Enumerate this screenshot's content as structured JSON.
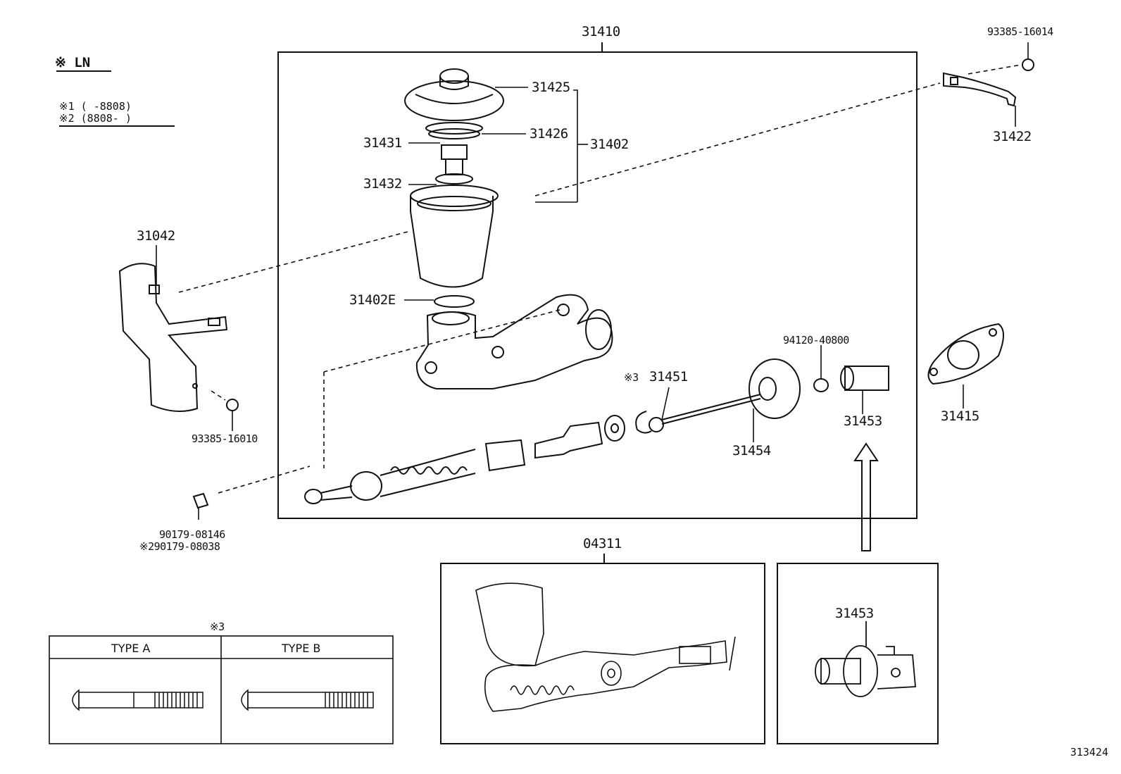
{
  "legend": {
    "ln": "※ LN",
    "note1": "※1 (     -8808)",
    "note2": "※2 (8808-     )"
  },
  "parts": {
    "p31410": "31410",
    "p31425": "31425",
    "p31426": "31426",
    "p31402": "31402",
    "p31431": "31431",
    "p31432": "31432",
    "p31402E": "31402E",
    "p31042": "31042",
    "p93385_16014": "93385-16014",
    "p31422": "31422",
    "p93385_16010": "93385-16010",
    "p90179_08146": "90179-08146",
    "p90179_08038": "※290179-08038",
    "p31451_mark": "※3",
    "p31451": "31451",
    "p94120_40800": "94120-40800",
    "p31453": "31453",
    "p31415": "31415",
    "p31454": "31454",
    "p04311": "04311",
    "p31453_b": "31453"
  },
  "type_table": {
    "mark": "※3",
    "type_a": "TYPE A",
    "type_b": "TYPE B"
  },
  "doc_id": "313424"
}
